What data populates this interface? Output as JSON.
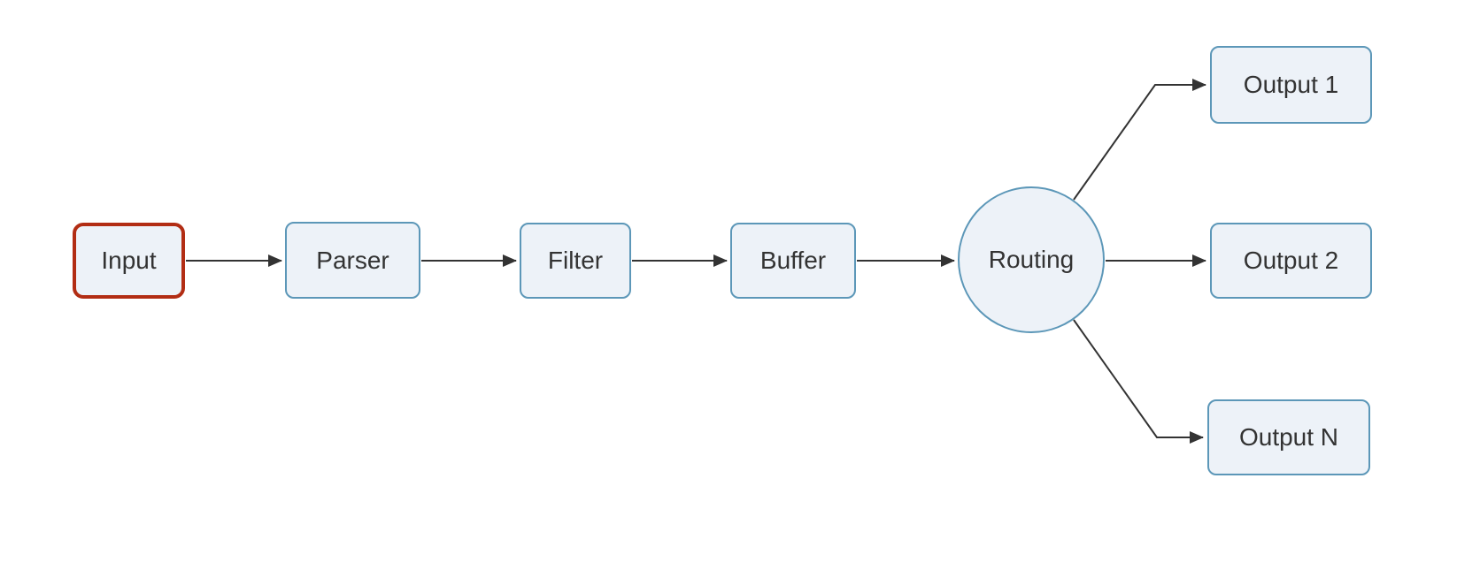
{
  "diagram": {
    "type": "flowchart",
    "direction": "left-to-right",
    "nodes": [
      {
        "id": "input",
        "label": "Input",
        "shape": "rounded-rectangle",
        "emphasis": "red-border"
      },
      {
        "id": "parser",
        "label": "Parser",
        "shape": "rounded-rectangle"
      },
      {
        "id": "filter",
        "label": "Filter",
        "shape": "rounded-rectangle"
      },
      {
        "id": "buffer",
        "label": "Buffer",
        "shape": "rounded-rectangle"
      },
      {
        "id": "routing",
        "label": "Routing",
        "shape": "circle"
      },
      {
        "id": "output1",
        "label": "Output 1",
        "shape": "rounded-rectangle"
      },
      {
        "id": "output2",
        "label": "Output 2",
        "shape": "rounded-rectangle"
      },
      {
        "id": "outputN",
        "label": "Output N",
        "shape": "rounded-rectangle"
      }
    ],
    "edges": [
      {
        "from": "input",
        "to": "parser",
        "style": "arrow"
      },
      {
        "from": "parser",
        "to": "filter",
        "style": "arrow"
      },
      {
        "from": "filter",
        "to": "buffer",
        "style": "arrow"
      },
      {
        "from": "buffer",
        "to": "routing",
        "style": "arrow"
      },
      {
        "from": "routing",
        "to": "output1",
        "style": "arrow-elbow-up"
      },
      {
        "from": "routing",
        "to": "output2",
        "style": "arrow"
      },
      {
        "from": "routing",
        "to": "outputN",
        "style": "arrow-elbow-down"
      }
    ],
    "colors": {
      "background": "#FFFFFF",
      "node_fill": "#EDF2F8",
      "node_stroke": "#5C97B8",
      "input_node_stroke": "#B22D14",
      "edge": "#333333",
      "text": "#333333"
    }
  }
}
